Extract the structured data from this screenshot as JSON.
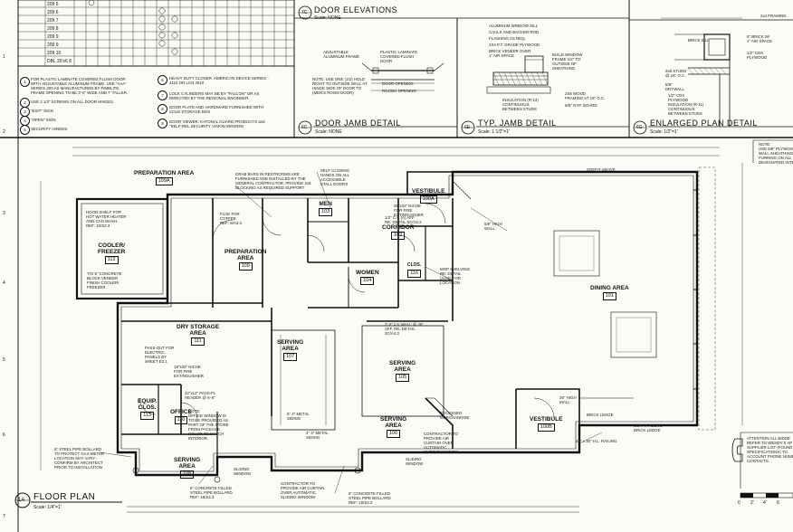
{
  "schedule": {
    "rows": [
      "209 5",
      "209 6",
      "209 7",
      "209 8",
      "209 9",
      "209 9",
      "209 10",
      "DBL 30'x6 8"
    ]
  },
  "general_notes": [
    {
      "num": "1",
      "text": "FOR PLASTIC LAMINATE COVERED FLUSH DOOR\nWITH ADJUSTABLE ALUMINUM FRAME. USE \"AAA\"\nSERIES 200 AS MANUFACTURED BY FIMBLITE.\nFRAME OPENING TO BE 3'-0\" WIDE AND 7' TALLER."
    },
    {
      "num": "2",
      "text": "USE 2 1/2\" SCREWS ON ALL DOOR HINGES."
    },
    {
      "num": "3",
      "text": "\"EXIT\" SIGN"
    },
    {
      "num": "4",
      "text": "\"OPEN\" SIGN"
    },
    {
      "num": "5",
      "text": "SECURITY HINGES."
    }
  ],
  "hardware_notes": [
    {
      "num": "6",
      "text": "HEAVY DUTY CLOSER: AMERICAN DEVICE SERIES -\n4110 OR LCN 4010"
    },
    {
      "num": "7",
      "text": "LOCK CYLINDERS MAY BE BY \"FALCON\" OR AS\nDIRECTED BY THE REGIONAL ENGINEER."
    },
    {
      "num": "8",
      "text": "DOOR PLATE AND HARDWARE FURNISHED WITH\nCOLD STORAGE BOX"
    },
    {
      "num": "9",
      "text": "DOOR VIEWER: KATONAL GUARD PRODUCTS and\n\"SELF-REL SECURITY VISION WINDOW"
    }
  ],
  "door_elevations": {
    "marker": "7C",
    "title": "DOOR ELEVATIONS",
    "scale": "Scale: NONE",
    "labels": [
      "ADJUSTABLE\nALUMINUM FRAME",
      "PLASTIC LAMINATE\nCOVERED FLUSH\nDOOR",
      "NOTE: USE ONE (1/2) HOLD\nRIGHT TO OUTSIDE WALL AT\nHINGE SIDE OF DOOR TO\n(MEN'S ROOM DOOR)",
      "DOOR OPENING",
      "ROUGH OPENING"
    ]
  },
  "door_jamb": {
    "marker": "6C",
    "title": "DOOR JAMB DETAIL",
    "scale": "Scale: NONE"
  },
  "typ_jamb": {
    "marker": "6E",
    "title": "TYP. JAMB DETAIL",
    "scale": "Scale: 1 1/2\"=1'",
    "labels": [
      "ALUMINUM WINDOW SILL",
      "CAULK AND BACKER ROD",
      "FLASHING AS REQ.",
      "2X4 P.T. GRADE PLYWOOD",
      "BRICK VENEER OVER\n1\" AIR SPACE",
      "BUILD WINDOW\nFRAME 1/2\" TO\nOUTSIDE OF\nSHEATHING",
      "INSULATION (R-13)\nCONTINUOUS\nBETWEEN STUDS",
      "2X6 WOOD\nFRAMING AT 16\" O.C.",
      "5/8\" GYP. BOARD"
    ]
  },
  "enlarged_plan": {
    "marker": "6G",
    "title": "ENLARGED PLAN DETAIL",
    "scale": "Scale: 1/2\"=1'",
    "labels": [
      "2x4 FRAMING",
      "BRICK SILL",
      "6\" BRICK W/\n1\" AIR SPACE",
      "1/2\" CDX\nPLYWOOD",
      "2x6 STUDS\n@ 16\" O.C.",
      "5/8\"\nDRYWALL",
      "1/2\" CDX\nPLYWOOD",
      "INSULATION (R-11)\nCONTINUOUS\nBETWEEN STUDS"
    ]
  },
  "floor_plan": {
    "marker": "1A",
    "title": "FLOOR PLAN",
    "scale": "Scale: 1/4\"=1'",
    "rooms": [
      {
        "name": "PREPARATION AREA",
        "num": "109A"
      },
      {
        "name": "COOLER/\nFREEZER",
        "num": "112"
      },
      {
        "name": "PREPARATION\nAREA",
        "num": "109"
      },
      {
        "name": "MEN",
        "num": "103"
      },
      {
        "name": "WOMEN",
        "num": "104"
      },
      {
        "name": "VESTIBULE",
        "num": "100A"
      },
      {
        "name": "CORRIDOR",
        "num": "102"
      },
      {
        "name": "DINING AREA",
        "num": "101"
      },
      {
        "name": "DRY STORAGE\nAREA",
        "num": "111"
      },
      {
        "name": "SERVING\nAREA",
        "num": "107"
      },
      {
        "name": "SERVING\nAREA",
        "num": "105"
      },
      {
        "name": "EQUIP.\nCLOS.",
        "num": "113"
      },
      {
        "name": "OFFICE",
        "num": "110"
      },
      {
        "name": "SERVING\nAREA",
        "num": "106"
      },
      {
        "name": "SERVING\nAREA",
        "num": "108"
      },
      {
        "name": "VESTIBULE",
        "num": "100B"
      },
      {
        "name": "CLOS.",
        "num": "116"
      }
    ],
    "notes": [
      "GRAB BARS IN RESTROOMS ARE\nFURNISHED AND INSTALLED BY THE\nGENERAL CONTRACTOR. PROVIDE 2x6\nBLOCKING AS REQUIRED SUPPORT",
      "SELF CLOSING\nHANDS ON ALL\nACCESSIBLE\nSTALL DOORS",
      "36\"x32\" NICHE\nFOR FIRE\nEXTINGUISHER",
      "1/2\" C.C.(A) AFF.\nRE: DETAIL 5C/A3.2",
      "5/8\" HIGH\nWALL",
      "HOOD SHELF FOR\nHOT WATER HEATER\nAND CAN WASH.\nREF: 10/S2.3",
      "T/O 6\" CONCRETE\nBLOCK VENEER\nFINISH COOLER/\nFREEZER",
      "FLUE FOR\nCOFFEE\nREF: 8/A3.3",
      "MOP SHELVING\nRE: DETAIL\n(A/A5) FOR\nLOCATION",
      "7'-0\" x 6' WALL @ 36\"\nAFF. RE: DETAIL\n3C/A4.3",
      "PASS-OUT FOR\nELECTRIC\nPANELS BY\nSHEET E2.1",
      "18\"x32\" NICHE\nFOR FIRE\nEXTINGUISHER",
      "42\"x12\" PASS-FL\nHEADER @ 6'-6\"",
      "NOTE:\nOFFICE WINDOW IS\nTO BE PROVIDED AS\nPART OF THE STORE\nFROM PACKAGE.\nCOLOR TO MATCH\nINTERIOR.",
      "5\" 4\" METAL\nSIDING",
      "4\" 3\" METAL\nSIDING",
      "RECESSED\nMERCHANDISE",
      "CONTRACTOR TO\nPROVIDE AIR\nCURTAIN OVER\nAUTOMATIC\nSLIDING WINDOW",
      "CONTRACTOR TO\nPROVIDE AIR CURTAIN\nOVER AUTOMATIC\nSLIDING WINDOW",
      "36\" HIGH\nWALL",
      "BRICK LEDGE",
      "SOFFIT ABOVE",
      "48\" x 36\" H.L. RAILING",
      "6\" STEEL PIPE BOLLARD\nTO PROTECT GAS METER\nLOCATION MAY VARY -\nCONFIRM BY ARCHITECT\nPRIOR TO INSTALLATION",
      "6\" CONCRETE FILLED\nSTEEL PIPE BOLLARD\nREF: 19/S2.3",
      "6\" CONCRETE FILLED\nSTEEL PIPE BOLLARD\nREF: 19/S2.3",
      "SOFFIT ABOVE\nBRICK LEDGE",
      "SLIDING\nWINDOW",
      "SLIDING\nWINDOW"
    ]
  },
  "right_notes": {
    "top": "NOTE:\nUSE 5/8\" PLYWOOD\nWALL SHEATHING FOR\nFURRING ON ALL\nDESIGNATED INTE",
    "bottom": "ATTENTION ALL BIDDE\nREFER TO WENDY'S AP\nSUPPLIER LIST (FOUND\nSPECIFICATIONS) TO\nACCOUNT PHONE NUMB\nCONTACTS."
  },
  "scale_bar": [
    "0",
    "2'",
    "4'",
    "6"
  ],
  "grid_marks": [
    "1",
    "2",
    "3",
    "4",
    "5",
    "6",
    "7"
  ]
}
